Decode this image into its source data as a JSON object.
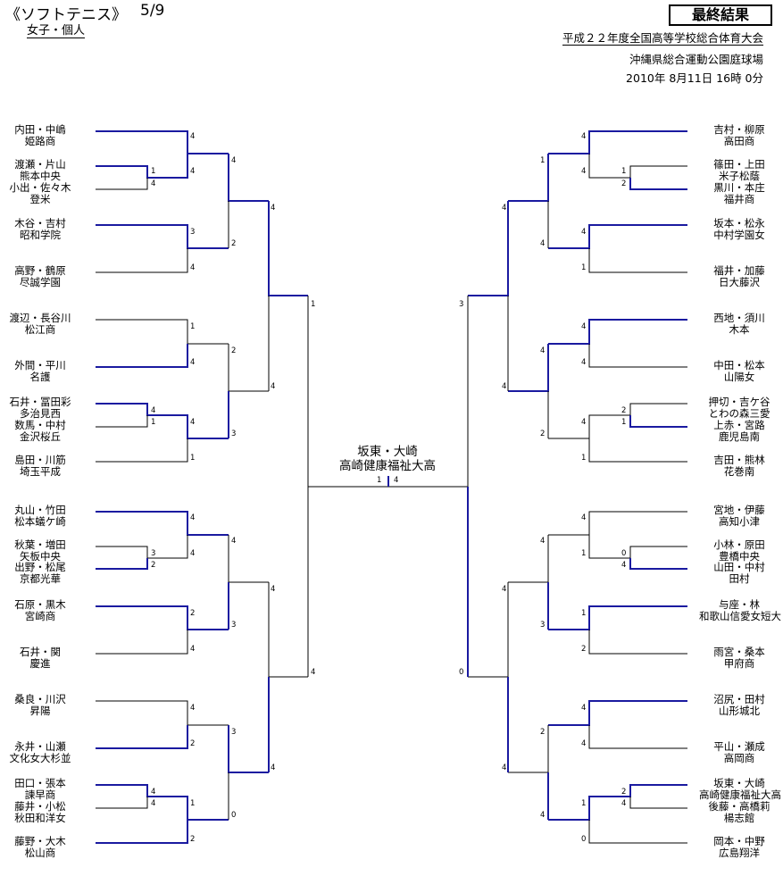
{
  "header": {
    "title": "《ソフトテニス》",
    "date": "5/9",
    "category": "女子・個人",
    "result_label": "最終結果",
    "event": "平成２２年度全国高等学校総合体育大会",
    "venue": "沖縄県総合運動公園庭球場",
    "timestamp": "2010年 8月11日 16時 0分"
  },
  "left_players": [
    {
      "names": "内田・中嶋",
      "school": "姫路商"
    },
    {
      "names": "渡瀬・片山",
      "school": "熊本中央"
    },
    {
      "names": "小出・佐々木",
      "school": "登米"
    },
    {
      "names": "木谷・吉村",
      "school": "昭和学院"
    },
    {
      "names": "高野・鶴原",
      "school": "尽誠学園"
    },
    {
      "names": "渡辺・長谷川",
      "school": "松江商"
    },
    {
      "names": "外間・平川",
      "school": "名護"
    },
    {
      "names": "石井・冨田彩",
      "school": "多治見西"
    },
    {
      "names": "数馬・中村",
      "school": "金沢桜丘"
    },
    {
      "names": "島田・川筋",
      "school": "埼玉平成"
    },
    {
      "names": "丸山・竹田",
      "school": "松本蟻ケ崎"
    },
    {
      "names": "秋葉・増田",
      "school": "矢板中央"
    },
    {
      "names": "出野・松尾",
      "school": "京都光華"
    },
    {
      "names": "石原・黒木",
      "school": "宮崎商"
    },
    {
      "names": "石井・関",
      "school": "慶進"
    },
    {
      "names": "桑良・川沢",
      "school": "昇陽"
    },
    {
      "names": "永井・山瀬",
      "school": "文化女大杉並"
    },
    {
      "names": "田口・張本",
      "school": "諫早商"
    },
    {
      "names": "藤井・小松",
      "school": "秋田和洋女"
    },
    {
      "names": "藤野・大木",
      "school": "松山商"
    }
  ],
  "right_players": [
    {
      "names": "吉村・柳原",
      "school": "高田商"
    },
    {
      "names": "篠田・上田",
      "school": "米子松蔭"
    },
    {
      "names": "黒川・本庄",
      "school": "福井商"
    },
    {
      "names": "坂本・松永",
      "school": "中村学園女"
    },
    {
      "names": "福井・加藤",
      "school": "日大藤沢"
    },
    {
      "names": "西地・須川",
      "school": "木本"
    },
    {
      "names": "中田・松本",
      "school": "山陽女"
    },
    {
      "names": "押切・吉ケ谷",
      "school": "とわの森三愛"
    },
    {
      "names": "上赤・宮路",
      "school": "鹿児島南"
    },
    {
      "names": "吉田・熊林",
      "school": "花巻南"
    },
    {
      "names": "宮地・伊藤",
      "school": "高知小津"
    },
    {
      "names": "小林・原田",
      "school": "豊橋中央"
    },
    {
      "names": "山田・中村",
      "school": "田村"
    },
    {
      "names": "与座・林",
      "school": "和歌山信愛女短大"
    },
    {
      "names": "雨宮・桑本",
      "school": "甲府商"
    },
    {
      "names": "沼尻・田村",
      "school": "山形城北"
    },
    {
      "names": "平山・瀬成",
      "school": "高岡商"
    },
    {
      "names": "坂東・大崎",
      "school": "高崎健康福祉大高"
    },
    {
      "names": "後藤・高橋莉",
      "school": "楊志館"
    },
    {
      "names": "岡本・中野",
      "school": "広島翔洋"
    }
  ],
  "scores": [
    "4",
    "4",
    "1",
    "4",
    "4",
    "4",
    "3",
    "2",
    "4",
    "1",
    "1",
    "2",
    "4",
    "4",
    "4",
    "1",
    "4",
    "3",
    "1",
    "4",
    "4",
    "3",
    "4",
    "2",
    "4",
    "2",
    "3",
    "4",
    "4",
    "4",
    "3",
    "2",
    "4",
    "4",
    "4",
    "1",
    "0",
    "2",
    "4",
    "1",
    "1",
    "4",
    "2",
    "4",
    "4",
    "4",
    "1",
    "3",
    "4",
    "4",
    "4",
    "2",
    "4",
    "1",
    "4",
    "2",
    "1",
    "4",
    "4",
    "0",
    "1",
    "4",
    "4",
    "1",
    "3",
    "2",
    "0",
    "4",
    "2",
    "4",
    "2",
    "4",
    "4",
    "1",
    "4",
    "0",
    "3",
    "4",
    "4",
    "4",
    "1",
    "4",
    "2"
  ],
  "champion": {
    "names": "坂東・大崎",
    "school": "高崎健康福祉大高",
    "final_score_left": "1",
    "final_score_right": "4"
  },
  "colors": {
    "winner_line": "#1a1aa0",
    "loser_line": "#000000"
  }
}
